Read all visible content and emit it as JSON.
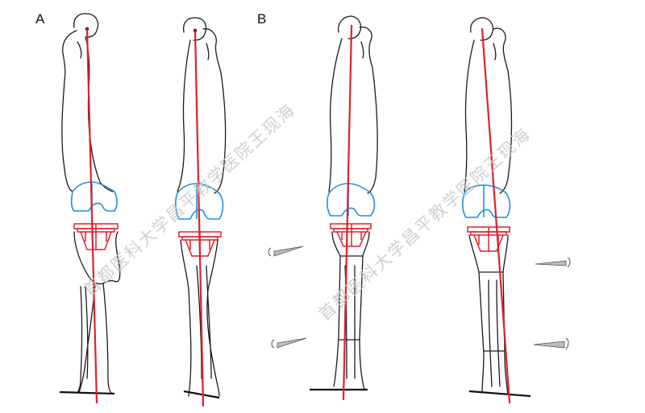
{
  "panels": [
    {
      "id": "A",
      "label": "A"
    },
    {
      "id": "B",
      "label": "B"
    }
  ],
  "watermark": {
    "text": "首都医科大学昌平教学医院王现海",
    "color": "#c8c8c8"
  },
  "colors": {
    "mechanical_axis": "#e0202a",
    "femoral_component": "#1f8fe0",
    "tibial_component": "#e0202a",
    "bone_outline": "#1a1a1a",
    "wedge_fill": "#bdbdbd"
  },
  "legs": [
    {
      "panel": "A",
      "index": 1,
      "bone_shape": "bowed-tibia"
    },
    {
      "panel": "A",
      "index": 2,
      "bone_shape": "bowed-tibia"
    },
    {
      "panel": "B",
      "index": 1,
      "bone_shape": "osteotomy-corrected"
    },
    {
      "panel": "B",
      "index": 2,
      "bone_shape": "osteotomy-corrected"
    }
  ]
}
